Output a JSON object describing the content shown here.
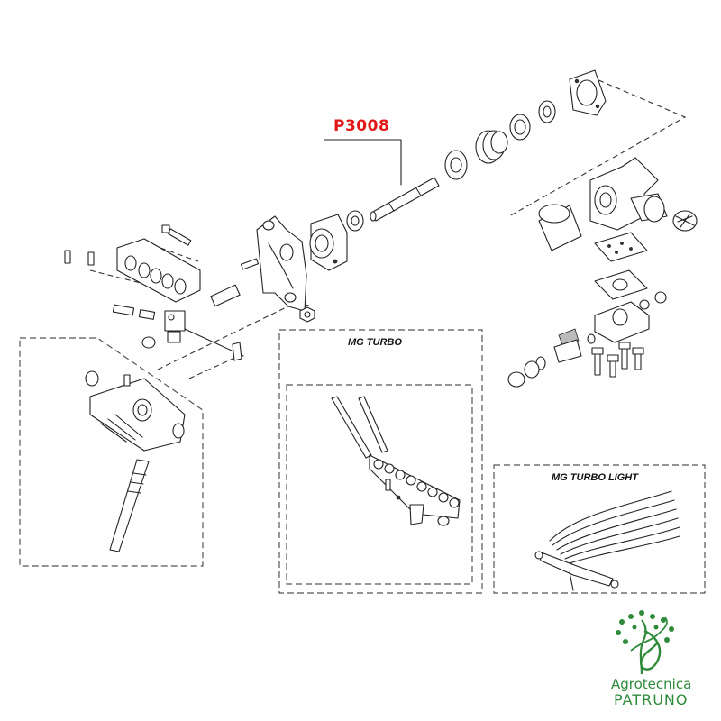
{
  "callout": {
    "part_code": "P3008",
    "color": "#e01818"
  },
  "boxes": {
    "mg_turbo": "MG TURBO",
    "mg_turbo_light": "MG TURBO LIGHT"
  },
  "brand": {
    "line1": "Agrotecnica",
    "line2": "PATRUNO",
    "color": "#2f8a3a",
    "logo_icon": "tree-leaf-icon"
  }
}
